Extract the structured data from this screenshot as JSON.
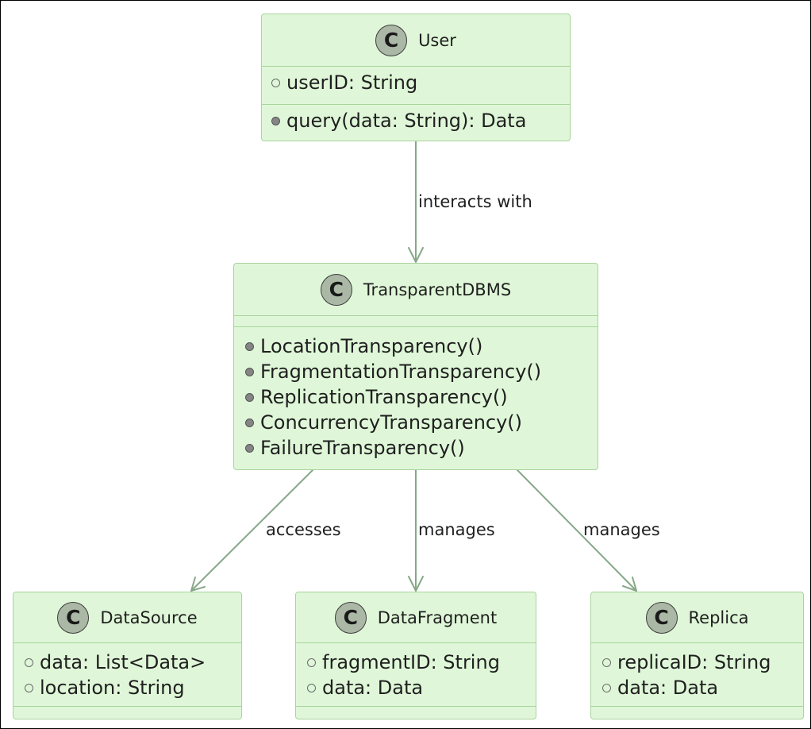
{
  "classes": {
    "user": {
      "name": "User",
      "badge": "C",
      "attributes": [
        {
          "text": "userID: String"
        }
      ],
      "methods": [
        {
          "text": "query(data: String): Data"
        }
      ]
    },
    "transparent_dbms": {
      "name": "TransparentDBMS",
      "badge": "C",
      "attributes": [],
      "methods": [
        {
          "text": "LocationTransparency()"
        },
        {
          "text": "FragmentationTransparency()"
        },
        {
          "text": "ReplicationTransparency()"
        },
        {
          "text": "ConcurrencyTransparency()"
        },
        {
          "text": "FailureTransparency()"
        }
      ]
    },
    "data_source": {
      "name": "DataSource",
      "badge": "C",
      "attributes": [
        {
          "text": "data: List<Data>"
        },
        {
          "text": "location: String"
        }
      ],
      "methods": []
    },
    "data_fragment": {
      "name": "DataFragment",
      "badge": "C",
      "attributes": [
        {
          "text": "fragmentID: String"
        },
        {
          "text": "data: Data"
        }
      ],
      "methods": []
    },
    "replica": {
      "name": "Replica",
      "badge": "C",
      "attributes": [
        {
          "text": "replicaID: String"
        },
        {
          "text": "data: Data"
        }
      ],
      "methods": []
    }
  },
  "relations": [
    {
      "from": "User",
      "to": "TransparentDBMS",
      "label": "interacts with"
    },
    {
      "from": "TransparentDBMS",
      "to": "DataSource",
      "label": "accesses"
    },
    {
      "from": "TransparentDBMS",
      "to": "DataFragment",
      "label": "manages"
    },
    {
      "from": "TransparentDBMS",
      "to": "Replica",
      "label": "manages"
    }
  ],
  "colors": {
    "class_fill": "#dff7d8",
    "class_border": "#a9d49c",
    "edge": "#86a888",
    "badge_fill": "#abb8a6"
  }
}
